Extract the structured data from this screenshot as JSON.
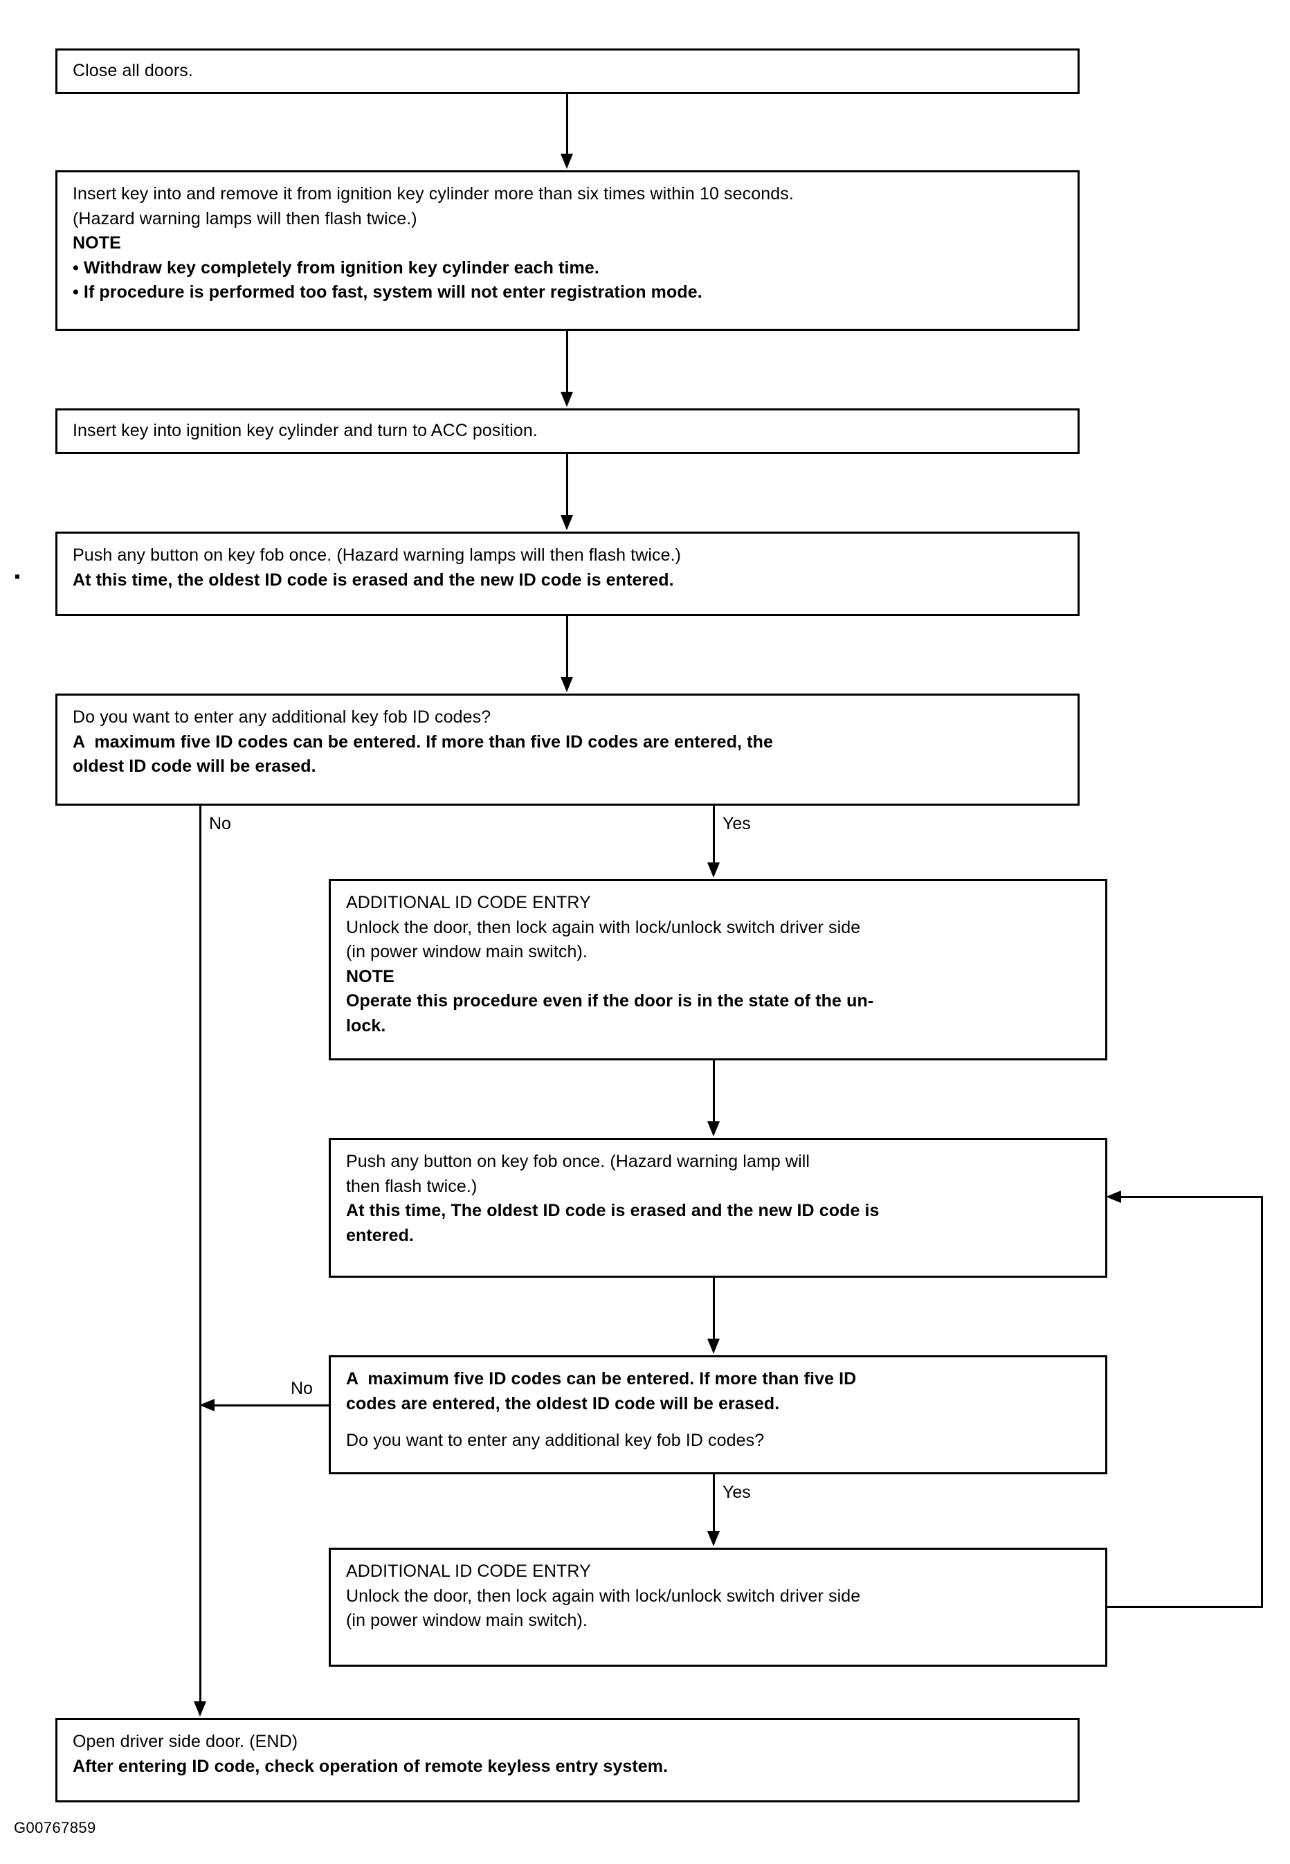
{
  "figure": {
    "id": "G00767859",
    "title": "Remote keyless entry key fob ID code registration flowchart"
  },
  "nodes": [
    {
      "name": "close-all-doors",
      "lines": [
        {
          "text": "Close all doors.",
          "bold": false
        }
      ]
    },
    {
      "name": "insert-remove-key-six-times",
      "lines": [
        {
          "text": "Insert key into and remove it from ignition key cylinder more than six times within 10 seconds.",
          "bold": false
        },
        {
          "text": "(Hazard warning lamps will then flash twice.)",
          "bold": false
        },
        {
          "text": "NOTE",
          "bold": true
        },
        {
          "text": "• Withdraw key completely from ignition key cylinder each time.",
          "bold": true
        },
        {
          "text": "• If procedure is performed too fast, system will not enter registration mode.",
          "bold": true
        }
      ]
    },
    {
      "name": "turn-key-to-acc",
      "lines": [
        {
          "text": "Insert key into ignition key cylinder and turn to ACC position.",
          "bold": false
        }
      ]
    },
    {
      "name": "push-key-fob-button-first",
      "lines": [
        {
          "text": "Push any button on key fob once. (Hazard warning lamps will then flash twice.)",
          "bold": false
        },
        {
          "text": "At this time, the oldest ID code is erased and the new ID code is entered.",
          "bold": true
        }
      ]
    },
    {
      "name": "decision-additional-codes-first",
      "lines": [
        {
          "text": "Do you want to enter any additional key fob ID codes?",
          "bold": false
        },
        {
          "text": "A  maximum five ID codes can be entered. If more than five ID codes are entered, the",
          "bold": true
        },
        {
          "text": "oldest ID code will be erased.",
          "bold": true
        }
      ]
    },
    {
      "name": "additional-id-code-entry-first",
      "lines": [
        {
          "text": "ADDITIONAL ID CODE ENTRY",
          "bold": false
        },
        {
          "text": "Unlock the door, then lock again with lock/unlock switch driver side",
          "bold": false
        },
        {
          "text": "(in power window main switch).",
          "bold": false
        },
        {
          "text": "NOTE",
          "bold": true
        },
        {
          "text": "Operate this procedure even if the door is in the state of the un-",
          "bold": true
        },
        {
          "text": "lock.",
          "bold": true
        }
      ]
    },
    {
      "name": "push-key-fob-button-second",
      "lines": [
        {
          "text": "Push any button on key fob once. (Hazard warning lamp will",
          "bold": false
        },
        {
          "text": "then flash twice.)",
          "bold": false
        },
        {
          "text": "At this time, The oldest ID code is erased and the new ID code is",
          "bold": true
        },
        {
          "text": "entered.",
          "bold": true
        }
      ]
    },
    {
      "name": "decision-additional-codes-second",
      "lines": [
        {
          "text": "A  maximum five ID codes can be entered. If more than five ID",
          "bold": true
        },
        {
          "text": "codes are entered, the oldest ID code will be erased.",
          "bold": true
        },
        {
          "text": "Do you want to enter any additional key fob ID codes?",
          "bold": false
        }
      ]
    },
    {
      "name": "additional-id-code-entry-second",
      "lines": [
        {
          "text": "ADDITIONAL ID CODE ENTRY",
          "bold": false
        },
        {
          "text": "Unlock the door, then lock again with lock/unlock switch driver side",
          "bold": false
        },
        {
          "text": "(in power window main switch).",
          "bold": false
        }
      ]
    },
    {
      "name": "open-driver-side-door-end",
      "lines": [
        {
          "text": "Open driver side door. (END)",
          "bold": false
        },
        {
          "text": "After entering ID code, check operation of remote keyless entry system.",
          "bold": true
        }
      ]
    }
  ],
  "branch_labels": {
    "decision1_no": "No",
    "decision1_yes": "Yes",
    "decision2_no": "No",
    "decision2_yes": "Yes"
  },
  "colors": {
    "line": "#000000",
    "background": "#ffffff",
    "text": "#000000"
  }
}
